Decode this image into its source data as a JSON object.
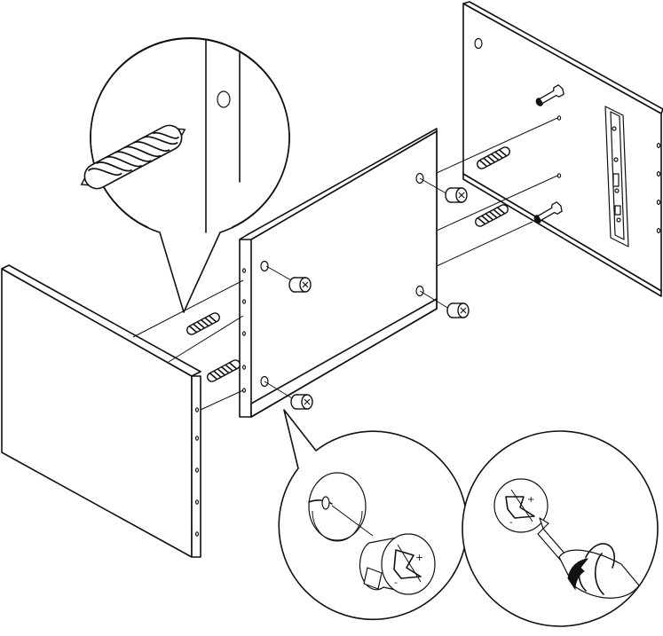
{
  "diagram": {
    "kind": "furniture-assembly-step",
    "line_color": "#111111",
    "background": "#ffffff",
    "parts": [
      "left-side-panel",
      "middle-panel",
      "right-back-panel",
      "wooden-dowel",
      "cam-lock-fitting",
      "cam-bolt",
      "drawer-slide-rail"
    ],
    "callouts": [
      {
        "name": "dowel-insertion-detail",
        "icon": "dowel-icon"
      },
      {
        "name": "cam-lock-orientation-detail",
        "icon": "cam-lock-icon"
      },
      {
        "name": "cam-lock-tightening-detail",
        "icon": "screwdriver-icon"
      }
    ],
    "symbols": {
      "cam_plus": "+",
      "cam_minus": "-"
    }
  }
}
